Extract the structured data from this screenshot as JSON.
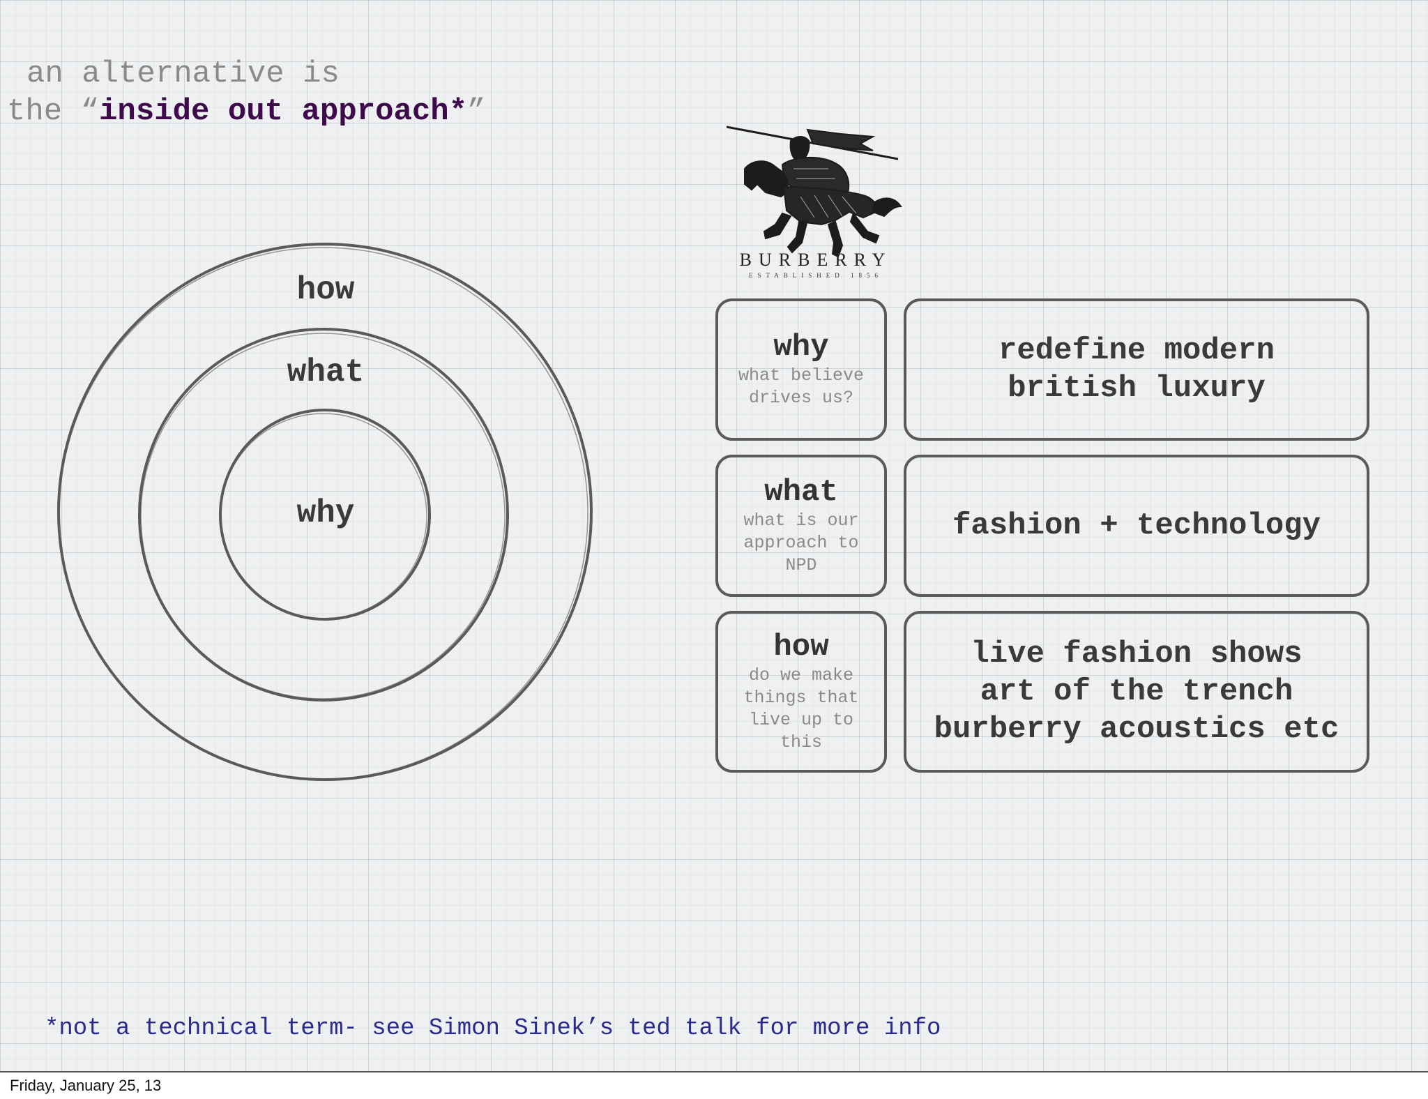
{
  "title": {
    "line1": "an alternative is",
    "line2_prefix": "the “",
    "line2_highlight": "inside out approach*",
    "line2_suffix": "”"
  },
  "diagram": {
    "outer_label": "how",
    "middle_label": "what",
    "inner_label": "why"
  },
  "brand": {
    "name": "BURBERRY",
    "subtitle": "ESTABLISHED 1856",
    "logo_icon": "equestrian-knight-logo"
  },
  "rows": [
    {
      "heading": "why",
      "question": "what believe\ndrives us?",
      "answer": "redefine modern\nbritish luxury"
    },
    {
      "heading": "what",
      "question": "what is our\napproach to\nNPD",
      "answer": "fashion + technology"
    },
    {
      "heading": "how",
      "question": "do we make\nthings that\nlive up to\nthis",
      "answer": "live fashion shows\nart of the trench\nburberry acoustics etc"
    }
  ],
  "footnote": "*not a technical term- see Simon Sinek’s ted talk for more info",
  "date": "Friday, January 25, 13",
  "colors": {
    "highlight": "#3d0a4a",
    "footnote": "#2a2a8a",
    "stroke": "#5a5a5a"
  }
}
